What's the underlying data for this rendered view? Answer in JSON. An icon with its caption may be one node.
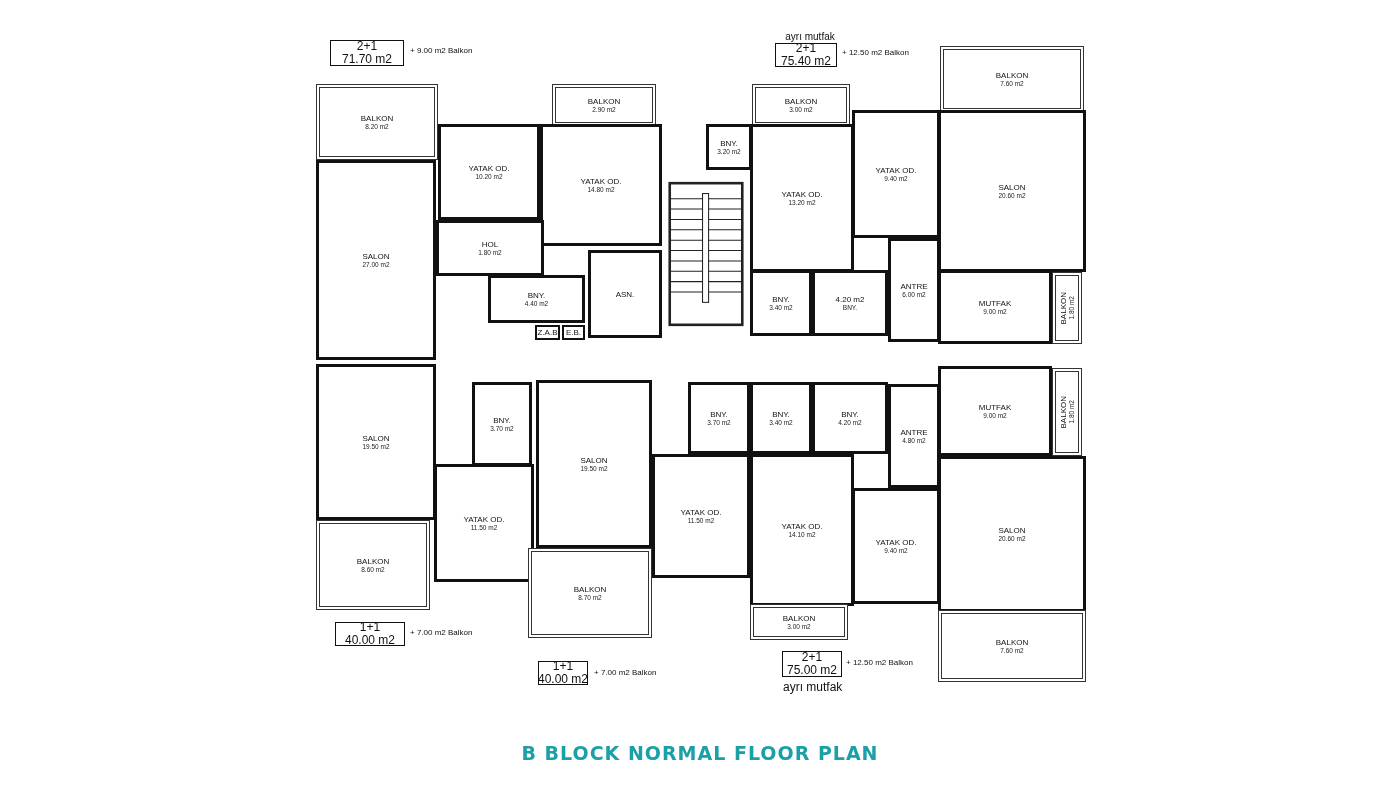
{
  "diagram": {
    "title": "B BLOCK NORMAL FLOOR PLAN",
    "nodes": [
      {
        "text": [
          "2+1",
          "71.70 m2"
        ],
        "beside": [
          "+ 9.00 m2 Balkon"
        ]
      },
      {
        "text": [
          "ayrı mutfak"
        ]
      },
      {
        "text": [
          "2+1",
          "75.40 m2"
        ],
        "beside": [
          "+ 12.50 m2 Balkon"
        ]
      },
      {
        "text": [
          "BALKON",
          "7.60 m2"
        ]
      },
      {
        "text": [
          "BALKON",
          "8.20 m2"
        ]
      },
      {
        "text": [
          "BALKON",
          "2.90 m2"
        ]
      },
      {
        "text": [
          "BALKON",
          "3.00 m2"
        ]
      },
      {
        "text": [
          "YATAK OD.",
          "10.20 m2"
        ]
      },
      {
        "text": [
          "YATAK OD.",
          "14.80 m2"
        ]
      },
      {
        "text": [
          "BNY.",
          "3.20 m2"
        ]
      },
      {
        "text": [
          "YATAK OD.",
          "13.20 m2"
        ]
      },
      {
        "text": [
          "YATAK OD.",
          "9.40 m2"
        ]
      },
      {
        "text": [
          "SALON",
          "20.60 m2"
        ]
      },
      {
        "text": [
          "SALON",
          "27.00 m2"
        ]
      },
      {
        "text": [
          "HOL",
          "1.80 m2"
        ]
      },
      {
        "text": [
          "BNY.",
          "4.40 m2"
        ]
      },
      {
        "text": [
          "ASN."
        ]
      },
      {
        "text": [
          "ANTRE",
          "6.00 m2"
        ]
      },
      {
        "text": [
          "4.20 m2",
          "BNY."
        ]
      },
      {
        "text": [
          "BNY.",
          "3.40 m2"
        ]
      },
      {
        "text": [
          "MUTFAK",
          "9.00 m2"
        ]
      },
      {
        "text": [
          "BALKON",
          "1.80 m2"
        ]
      },
      {
        "text": [
          "Z.A.B"
        ]
      },
      {
        "text": [
          "E.B."
        ]
      },
      {
        "text": [
          "BNY.",
          "3.70 m2"
        ]
      },
      {
        "text": [
          "BNY.",
          "3.70 m2"
        ]
      },
      {
        "text": [
          "BNY.",
          "3.40 m2"
        ]
      },
      {
        "text": [
          "MUTFAK",
          "9.00 m2"
        ]
      },
      {
        "text": [
          "BALKON",
          "1.80 m2"
        ]
      },
      {
        "text": [
          "SALON",
          "19.50 m2"
        ]
      },
      {
        "text": [
          "SALON",
          "19.50 m2"
        ]
      },
      {
        "text": [
          "BNY.",
          "4.20 m2"
        ]
      },
      {
        "text": [
          "ANTRE",
          "4.80 m2"
        ]
      },
      {
        "text": [
          "YATAK OD.",
          "14.10 m2"
        ]
      },
      {
        "text": [
          "YATAK OD.",
          "11.50 m2"
        ]
      },
      {
        "text": [
          "YATAK OD.",
          "11.50 m2"
        ]
      },
      {
        "text": [
          "YATAK OD.",
          "9.40 m2"
        ]
      },
      {
        "text": [
          "SALON",
          "20.60 m2"
        ]
      },
      {
        "text": [
          "BALKON",
          "8.60 m2"
        ]
      },
      {
        "text": [
          "BALKON",
          "8.70 m2"
        ]
      },
      {
        "text": [
          "BALKON",
          "3.00 m2"
        ]
      },
      {
        "text": [
          "1+1",
          "40.00 m2"
        ],
        "beside": [
          "+ 7.00 m2 Balkon"
        ]
      },
      {
        "text": [
          "BALKON",
          "7.60 m2"
        ]
      },
      {
        "text": [
          "1+1",
          "40.00 m2"
        ],
        "beside": [
          "+ 7.00 m2 Balkon"
        ]
      },
      {
        "text": [
          "2+1",
          "75.00 m2"
        ],
        "beside": [
          "+ 12.50 m2 Balkon",
          "ayrı mutfak"
        ]
      }
    ],
    "edges": []
  }
}
